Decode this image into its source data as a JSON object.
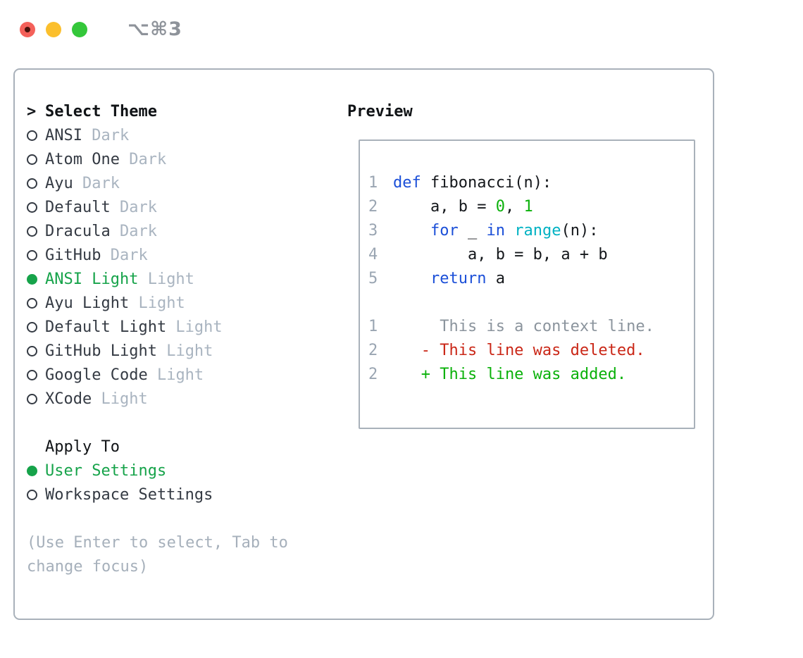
{
  "titlebar": {
    "shortcut": "⌥⌘3",
    "traffic_lights": [
      {
        "name": "close",
        "color": "#f4615a",
        "inner_dot": "#4a120c"
      },
      {
        "name": "minimize",
        "color": "#fbbf2d",
        "inner_dot": null
      },
      {
        "name": "zoom",
        "color": "#34c73a",
        "inner_dot": null
      }
    ]
  },
  "select_theme": {
    "title": "Select Theme",
    "caret": ">",
    "themes": [
      {
        "name": "ANSI",
        "variant": "Dark",
        "selected": false
      },
      {
        "name": "Atom One",
        "variant": "Dark",
        "selected": false
      },
      {
        "name": "Ayu",
        "variant": "Dark",
        "selected": false
      },
      {
        "name": "Default",
        "variant": "Dark",
        "selected": false
      },
      {
        "name": "Dracula",
        "variant": "Dark",
        "selected": false
      },
      {
        "name": "GitHub",
        "variant": "Dark",
        "selected": false
      },
      {
        "name": "ANSI Light",
        "variant": "Light",
        "selected": true
      },
      {
        "name": "Ayu Light",
        "variant": "Light",
        "selected": false
      },
      {
        "name": "Default Light",
        "variant": "Light",
        "selected": false
      },
      {
        "name": "GitHub Light",
        "variant": "Light",
        "selected": false
      },
      {
        "name": "Google Code",
        "variant": "Light",
        "selected": false
      },
      {
        "name": "XCode",
        "variant": "Light",
        "selected": false
      }
    ]
  },
  "apply_to": {
    "title": "Apply To",
    "options": [
      {
        "label": "User Settings",
        "selected": true
      },
      {
        "label": "Workspace Settings",
        "selected": false
      }
    ]
  },
  "hint": {
    "line1": "(Use Enter to select, Tab to",
    "line2": "change focus)"
  },
  "preview": {
    "title": "Preview",
    "code_lines": [
      {
        "num": "1",
        "tokens": [
          {
            "text": "def",
            "type": "keyword"
          },
          {
            "text": " fibonacci(n):",
            "type": "plain"
          }
        ]
      },
      {
        "num": "2",
        "tokens": [
          {
            "text": "    a, b = ",
            "type": "plain"
          },
          {
            "text": "0",
            "type": "number"
          },
          {
            "text": ", ",
            "type": "plain"
          },
          {
            "text": "1",
            "type": "number"
          }
        ]
      },
      {
        "num": "3",
        "tokens": [
          {
            "text": "    ",
            "type": "plain"
          },
          {
            "text": "for",
            "type": "keyword"
          },
          {
            "text": " _ ",
            "type": "plain"
          },
          {
            "text": "in",
            "type": "keyword"
          },
          {
            "text": " ",
            "type": "plain"
          },
          {
            "text": "range",
            "type": "function"
          },
          {
            "text": "(n):",
            "type": "plain"
          }
        ]
      },
      {
        "num": "4",
        "tokens": [
          {
            "text": "        a, b = b, a + b",
            "type": "plain"
          }
        ]
      },
      {
        "num": "5",
        "tokens": [
          {
            "text": "    ",
            "type": "plain"
          },
          {
            "text": "return",
            "type": "keyword"
          },
          {
            "text": " a",
            "type": "plain"
          }
        ]
      }
    ],
    "diff_lines": [
      {
        "num": "1",
        "text": "     This is a context line.",
        "type": "context"
      },
      {
        "num": "2",
        "text": "   - This line was deleted.",
        "type": "deleted"
      },
      {
        "num": "2",
        "text": "   + This line was added.",
        "type": "added"
      }
    ]
  },
  "colors": {
    "accent_green": "#16a34a",
    "syntax_keyword": "#1b4fd8",
    "syntax_function": "#00b2c3",
    "syntax_number": "#0bb10b",
    "diff_deleted": "#ca2717",
    "diff_added": "#0bb10b",
    "diff_context": "#8b949d",
    "line_number": "#9aa5b2",
    "badge_gray": "#a9b4c0",
    "hint_gray": "#a6b0bb",
    "border_gray": "#a9b1ba"
  }
}
